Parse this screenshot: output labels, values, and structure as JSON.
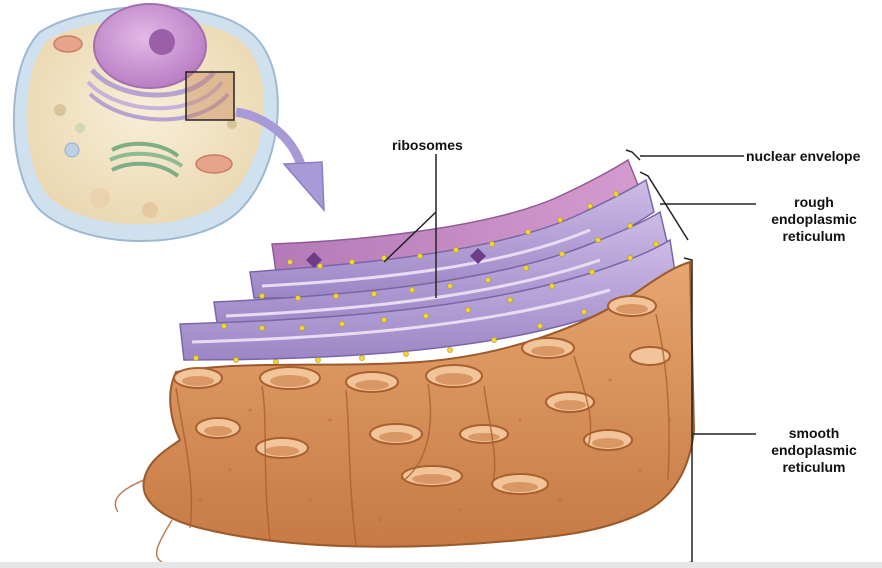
{
  "labels": {
    "ribosomes": "ribosomes",
    "nuclear_envelope": "nuclear envelope",
    "rough_er": [
      "rough",
      "endoplasmic",
      "reticulum"
    ],
    "smooth_er": [
      "smooth",
      "endoplasmic",
      "reticulum"
    ]
  },
  "colors": {
    "cytoplasm": "#f3e6c8",
    "cell_membrane": "#bcd3e8",
    "nucleus": "#c98fd0",
    "rough_er": "#b7a3d6",
    "rough_er_dark": "#8d78b8",
    "ribosome": "#f2d43a",
    "smooth_er": "#d9925b",
    "smooth_er_dark": "#a9602f",
    "smooth_er_light": "#f2c49a",
    "arrow": "#a79ad6",
    "line": "#222222"
  }
}
